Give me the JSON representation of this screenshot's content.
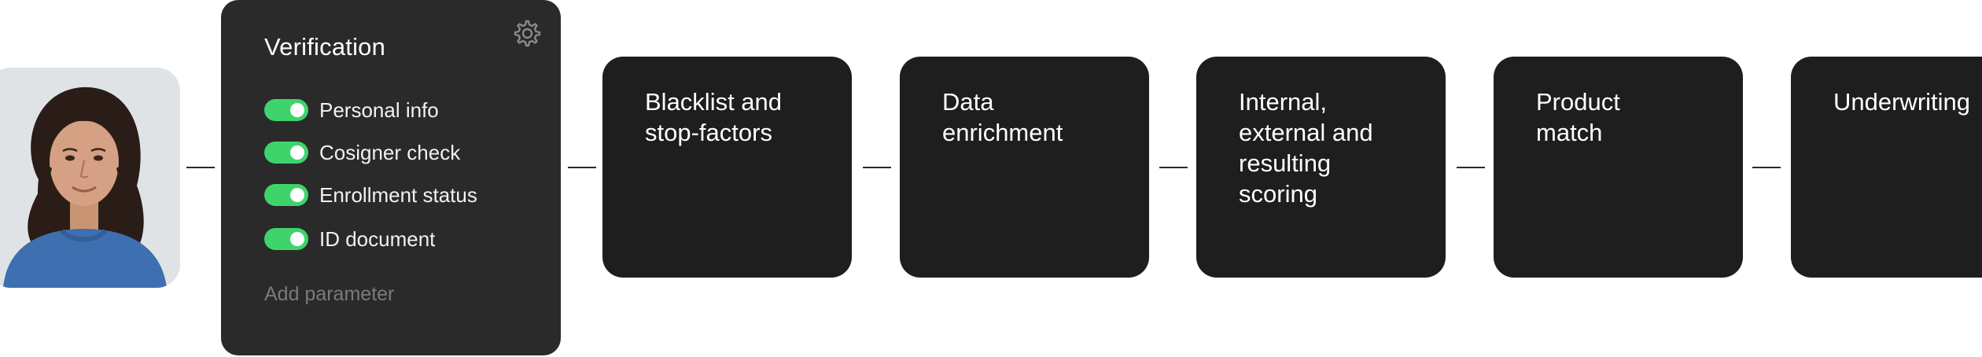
{
  "avatar": {
    "alt": "Applicant photo"
  },
  "verification": {
    "title": "Verification",
    "settings_icon": "gear-icon",
    "parameters": [
      {
        "label": "Personal info",
        "enabled": true
      },
      {
        "label": "Cosigner check",
        "enabled": true
      },
      {
        "label": "Enrollment status",
        "enabled": true
      },
      {
        "label": "ID document",
        "enabled": true
      }
    ],
    "add_label": "Add parameter"
  },
  "steps": [
    {
      "title": "Blacklist and\nstop-factors"
    },
    {
      "title": "Data\nenrichment"
    },
    {
      "title": "Internal,\nexternal and\nresulting\nscoring"
    },
    {
      "title": "Product\nmatch"
    },
    {
      "title": "Underwriting"
    }
  ],
  "colors": {
    "card_dark": "#1e1e1e",
    "card_active": "#2a2a2a",
    "toggle_on": "#3ed46b",
    "muted_text": "#7a7a7a"
  }
}
